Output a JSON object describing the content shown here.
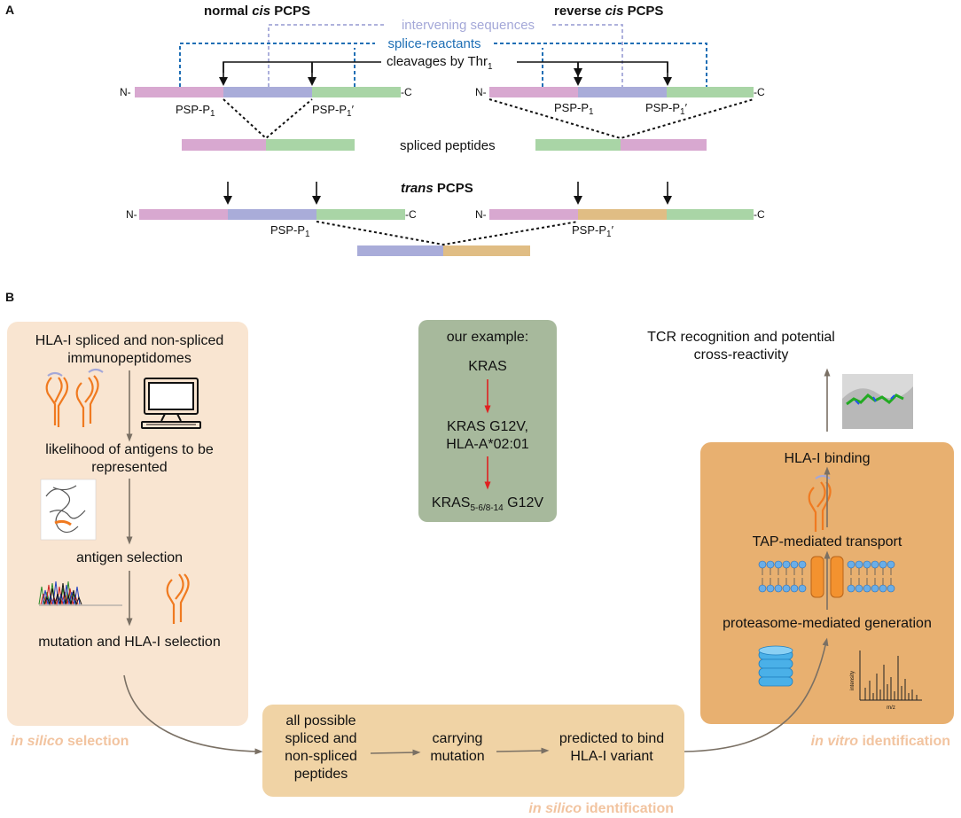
{
  "panel_a": {
    "label": "A",
    "normal_title_a": "normal ",
    "normal_title_b": "cis",
    "normal_title_c": " PCPS",
    "reverse_title_a": "reverse ",
    "reverse_title_b": "cis",
    "reverse_title_c": " PCPS",
    "intervening": "intervening sequences",
    "splice_reactants": "splice-reactants",
    "cleavages": "cleavages by Thr",
    "cleavages_sub": "1",
    "n_term": "N-",
    "c_term": "-C",
    "psp": "PSP-P",
    "psp_sub": "1",
    "prime": "′",
    "spliced_peptides": "spliced peptides",
    "trans_title_a": "trans",
    "trans_title_b": " PCPS",
    "colors": {
      "pink": "#d8a8d0",
      "purple": "#a9acd9",
      "green": "#a9d5a6",
      "tan": "#e0bd84",
      "dark_blue": "#1f6fb5",
      "light_blue": "#a4a8d8"
    }
  },
  "panel_b": {
    "label": "B",
    "left_box": {
      "header_line1": "HLA-I spliced and non-spliced",
      "header_line2": "immunopeptidomes",
      "step2_line1": "likelihood of antigens to be",
      "step2_line2": "represented",
      "step3": "antigen selection",
      "step4": "mutation and HLA-I selection",
      "caption_a": "in silico",
      "caption_b": " selection"
    },
    "example_box": {
      "title": "our example:",
      "item1": "KRAS",
      "item2_line1": "KRAS G12V,",
      "item2_line2": "HLA-A*02:01",
      "item3_main": "KRAS",
      "item3_sub": "5-6/8-14",
      "item3_suffix": " G12V"
    },
    "bottom_box": {
      "step1_line1": "all possible",
      "step1_line2": "spliced and",
      "step1_line3": "non-spliced",
      "step1_line4": "peptides",
      "step2_line1": "carrying",
      "step2_line2": "mutation",
      "step3_line1": "predicted to bind",
      "step3_line2": "HLA-I variant",
      "caption_a": "in silico",
      "caption_b": " identification"
    },
    "right_box": {
      "step1": "proteasome-mediated generation",
      "step2": "TAP-mediated transport",
      "step3": "HLA-I binding",
      "ms_ylabel": "intensity",
      "ms_xlabel": "m/z",
      "caption_a": "in vitro",
      "caption_b": " identification"
    },
    "tcr_line1": "TCR recognition and potential",
    "tcr_line2": "cross-reactivity",
    "colors": {
      "box_light": "#f9e5d1",
      "box_mid": "#f0d3a5",
      "box_dark": "#e8b070",
      "box_green": "#a7b99c",
      "caption_color": "#e8a87c",
      "arrow_gray": "#7a7064",
      "red_arrow": "#e02020",
      "orange_icon": "#f07a20"
    }
  }
}
